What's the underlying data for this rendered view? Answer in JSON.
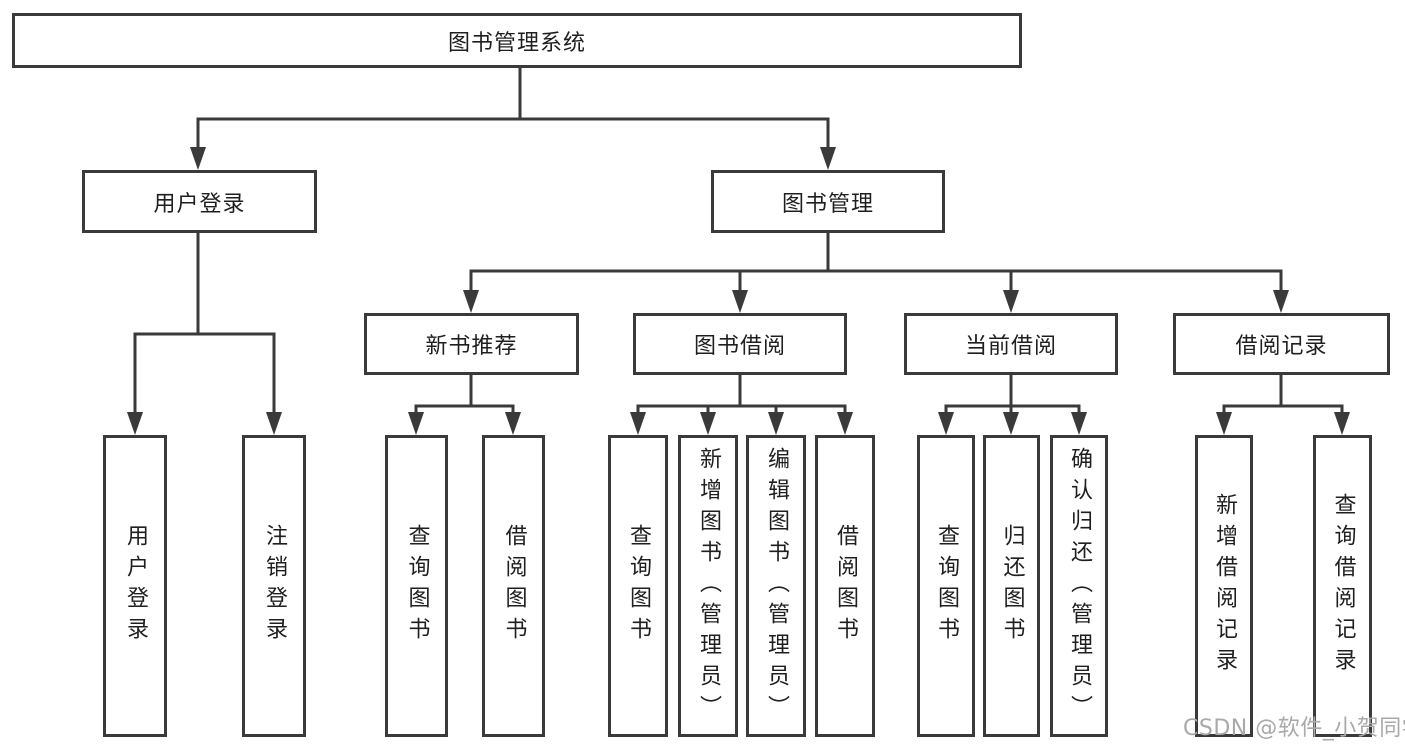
{
  "diagram": {
    "title_node": {
      "label": "图书管理系统"
    },
    "level2": [
      {
        "label": "用户登录"
      },
      {
        "label": "图书管理"
      }
    ],
    "level3": [
      {
        "label": "新书推荐"
      },
      {
        "label": "图书借阅"
      },
      {
        "label": "当前借阅"
      },
      {
        "label": "借阅记录"
      }
    ],
    "leaves": {
      "user_login": [
        {
          "label": "用户登录"
        },
        {
          "label": "注销登录"
        }
      ],
      "new_book_recommendation": [
        {
          "label": "查询图书"
        },
        {
          "label": "借阅图书"
        }
      ],
      "book_borrowing": [
        {
          "label": "查询图书"
        },
        {
          "label": "新增图书（管理员）"
        },
        {
          "label": "编辑图书（管理员）"
        },
        {
          "label": "借阅图书"
        }
      ],
      "current_borrowing": [
        {
          "label": "查询图书"
        },
        {
          "label": "归还图书"
        },
        {
          "label": "确认归还（管理员）"
        }
      ],
      "borrowing_records": [
        {
          "label": "新增借阅记录"
        },
        {
          "label": "查询借阅记录"
        }
      ]
    }
  },
  "watermark": {
    "text": "CSDN @软件_小贺同学"
  },
  "colors": {
    "line": "#3a3a3a",
    "text": "#1f1f1f",
    "background": "#ffffff",
    "watermark": "#a9a9a9"
  }
}
